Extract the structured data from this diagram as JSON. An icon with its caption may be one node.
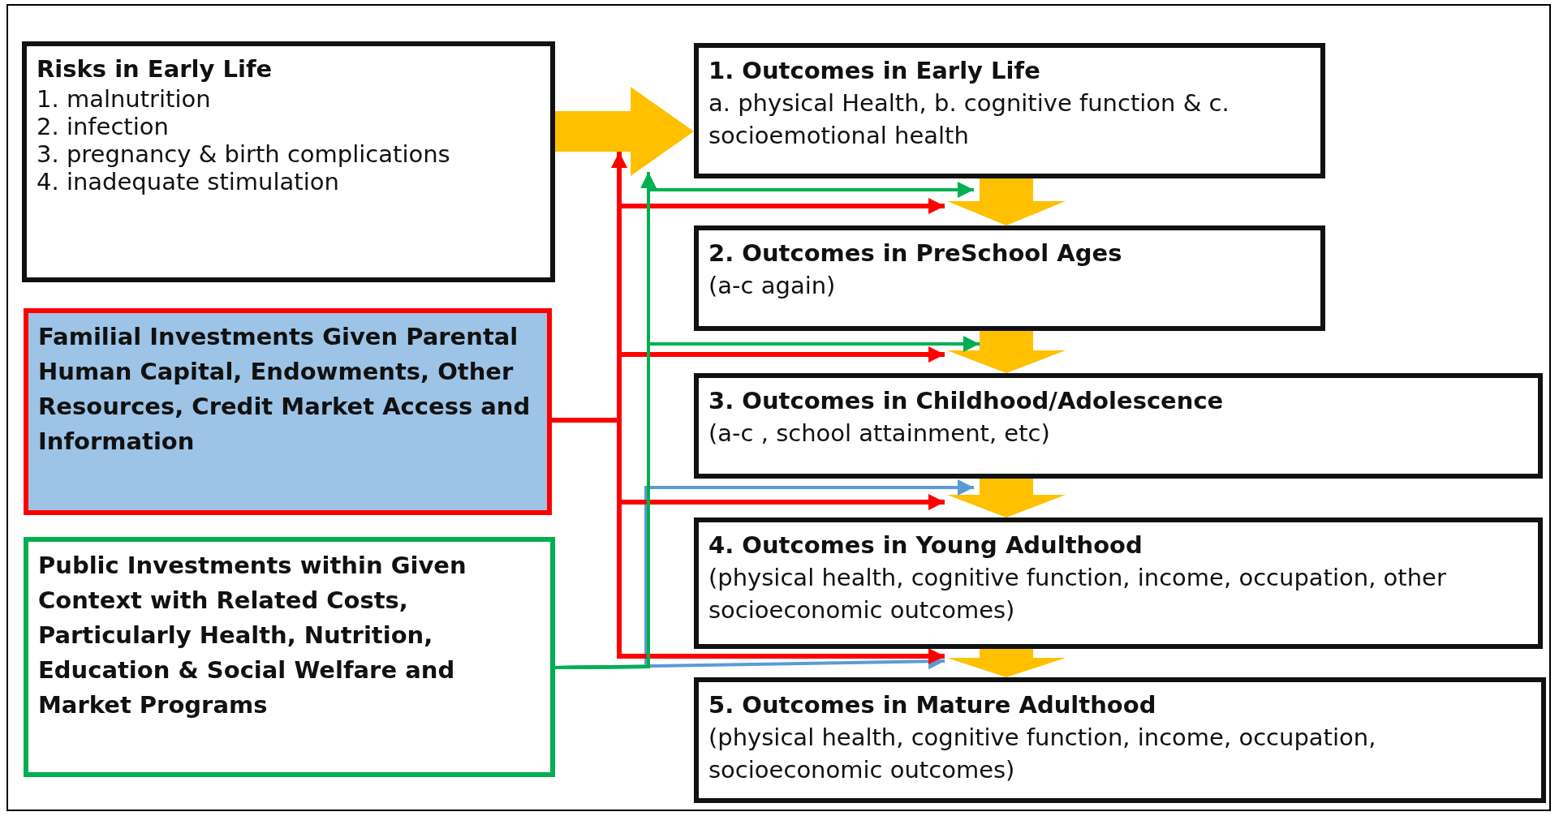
{
  "diagram": {
    "nodes": [
      {
        "text": [
          "Risks in Early Life",
          "1. malnutrition",
          "2. infection",
          "3. pregnancy & birth complications",
          "4. inadequate stimulation"
        ]
      },
      {
        "text": [
          "Familial Investments Given Parental Human Capital, Endowments, Other Resources, Credit Market Access and Information"
        ]
      },
      {
        "text": [
          "Public Investments within Given Context with Related Costs, Particularly Health, Nutrition,  Education & Social Welfare and Market Programs"
        ]
      },
      {
        "text": [
          "1. Outcomes in Early Life",
          "a. physical Health,  b. cognitive function & c.  socioemotional health"
        ]
      },
      {
        "text": [
          "2. Outcomes in PreSchool Ages",
          "(a-c  again)"
        ]
      },
      {
        "text": [
          "3. Outcomes in  Childhood/Adolescence",
          "(a-c ,  school attainment, etc)"
        ]
      },
      {
        "text": [
          "4. Outcomes in Young Adulthood",
          "(physical health, cognitive function, income, occupation, other socioeconomic outcomes)"
        ]
      },
      {
        "text": [
          "5. Outcomes in Mature Adulthood",
          "(physical health, cognitive function, income, occupation, socioeconomic outcomes)"
        ]
      }
    ],
    "edges": [
      {
        "from": 0,
        "to": 3,
        "arrow": "to",
        "style": "thick",
        "color": "#ffc000"
      },
      {
        "from": 3,
        "to": 4,
        "arrow": "to",
        "style": "thick",
        "color": "#ffc000"
      },
      {
        "from": 4,
        "to": 5,
        "arrow": "to",
        "style": "thick",
        "color": "#ffc000"
      },
      {
        "from": 5,
        "to": 6,
        "arrow": "to",
        "style": "thick",
        "color": "#ffc000"
      },
      {
        "from": 6,
        "to": 7,
        "arrow": "to",
        "style": "thick",
        "color": "#ffc000"
      },
      {
        "from": 1,
        "to": null,
        "arrow": "to",
        "color": "#ff0000"
      },
      {
        "from": 1,
        "to": 4,
        "arrow": "to",
        "color": "#ff0000"
      },
      {
        "from": 1,
        "to": 4,
        "arrow": "to",
        "color": "#ff0000"
      },
      {
        "from": 1,
        "to": 5,
        "arrow": "to",
        "color": "#ff0000"
      },
      {
        "from": 1,
        "to": 7,
        "arrow": "to",
        "color": "#ff0000"
      },
      {
        "from": 2,
        "to": 7,
        "arrow": "to",
        "color": "#5b9bd5"
      },
      {
        "from": 2,
        "to": 5,
        "arrow": "to",
        "color": "#5b9bd5"
      },
      {
        "from": 2,
        "to": null,
        "arrow": "to",
        "color": "#00b050"
      },
      {
        "from": 2,
        "to": 3,
        "arrow": "to",
        "color": "#00b050"
      },
      {
        "from": 2,
        "to": 4,
        "arrow": "to",
        "color": "#00b050"
      }
    ]
  }
}
